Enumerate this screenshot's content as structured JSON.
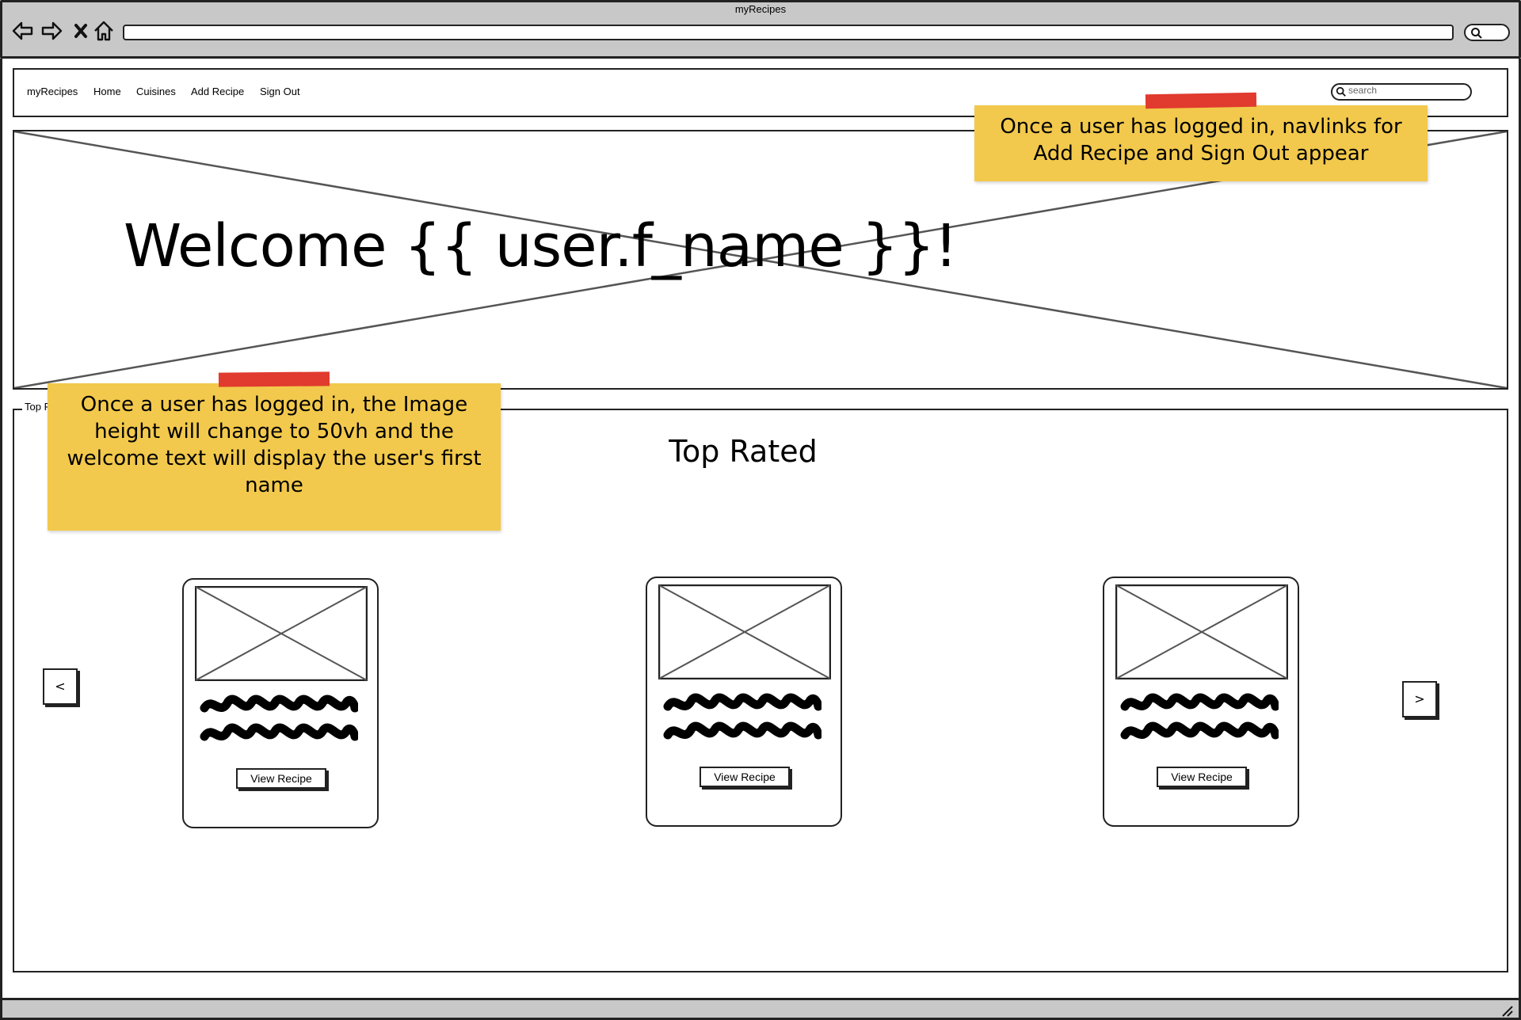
{
  "browser": {
    "window_title": "myRecipes"
  },
  "navbar": {
    "brand": "myRecipes",
    "links": [
      "Home",
      "Cuisines",
      "Add Recipe",
      "Sign Out"
    ],
    "search_placeholder": "search"
  },
  "hero": {
    "welcome_text": "Welcome {{ user.f_name }}!"
  },
  "top_rated": {
    "section_label": "Top R",
    "title": "Top Rated",
    "prev_label": "<",
    "next_label": ">",
    "cards": [
      {
        "button_label": "View Recipe"
      },
      {
        "button_label": "View Recipe"
      },
      {
        "button_label": "View Recipe"
      }
    ]
  },
  "notes": {
    "navlinks_note": "Once a user has logged in, navlinks for Add Recipe and Sign Out appear",
    "image_note": "Once a user has logged in, the Image height will change to 50vh and the welcome text will display the user's first name"
  },
  "colors": {
    "note_yellow": "#f2c94c",
    "tape_red": "#e03b2e",
    "chrome_gray": "#c8c8c8"
  }
}
